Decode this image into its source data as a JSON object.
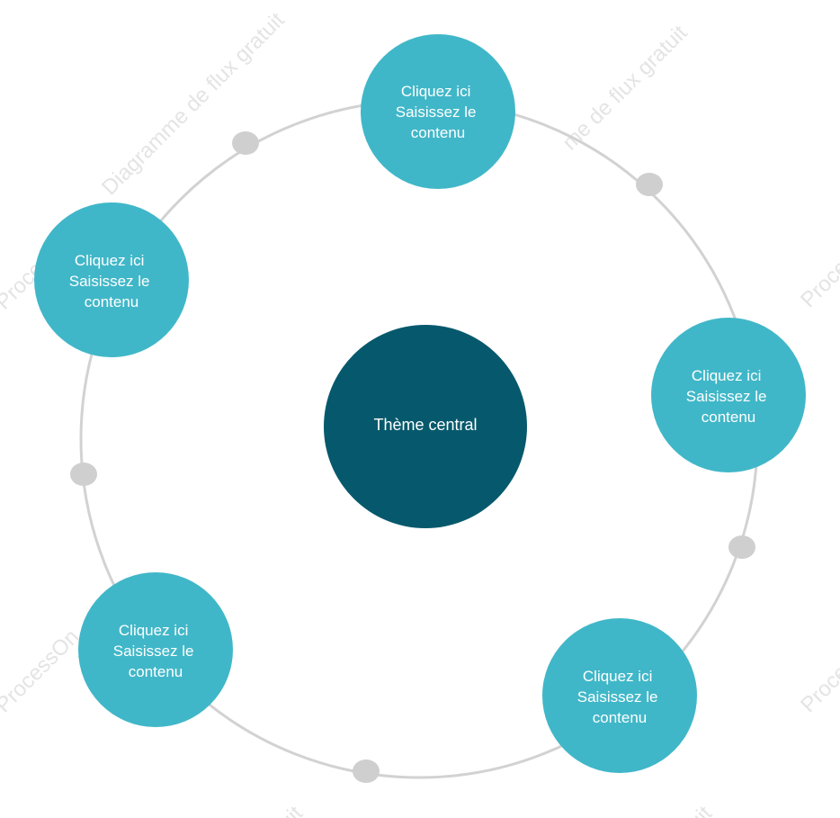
{
  "diagram": {
    "center": {
      "label": "Thème central",
      "color": "#06596c"
    },
    "nodes": [
      {
        "id": "top",
        "line1": "Cliquez ici",
        "line2": "Saisissez le",
        "line3": "contenu"
      },
      {
        "id": "right",
        "line1": "Cliquez ici",
        "line2": "Saisissez le",
        "line3": "contenu"
      },
      {
        "id": "bottom-right",
        "line1": "Cliquez ici",
        "line2": "Saisissez le",
        "line3": "contenu"
      },
      {
        "id": "bottom-left",
        "line1": "Cliquez ici",
        "line2": "Saisissez le",
        "line3": "contenu"
      },
      {
        "id": "left",
        "line1": "Cliquez ici",
        "line2": "Saisissez le",
        "line3": "contenu"
      }
    ],
    "node_color": "#40b7c8",
    "ring_color": "#d2d2d2",
    "connector_color": "#cfcfcf"
  },
  "watermark": {
    "text1": "Diagramme de flux gratuit",
    "text2": "me de flux gratuit",
    "text3": "Proces",
    "text4": "Proce",
    "text5": "ProcessOn",
    "text6": "Proce",
    "text7": "tuit",
    "text8": "tuit"
  }
}
